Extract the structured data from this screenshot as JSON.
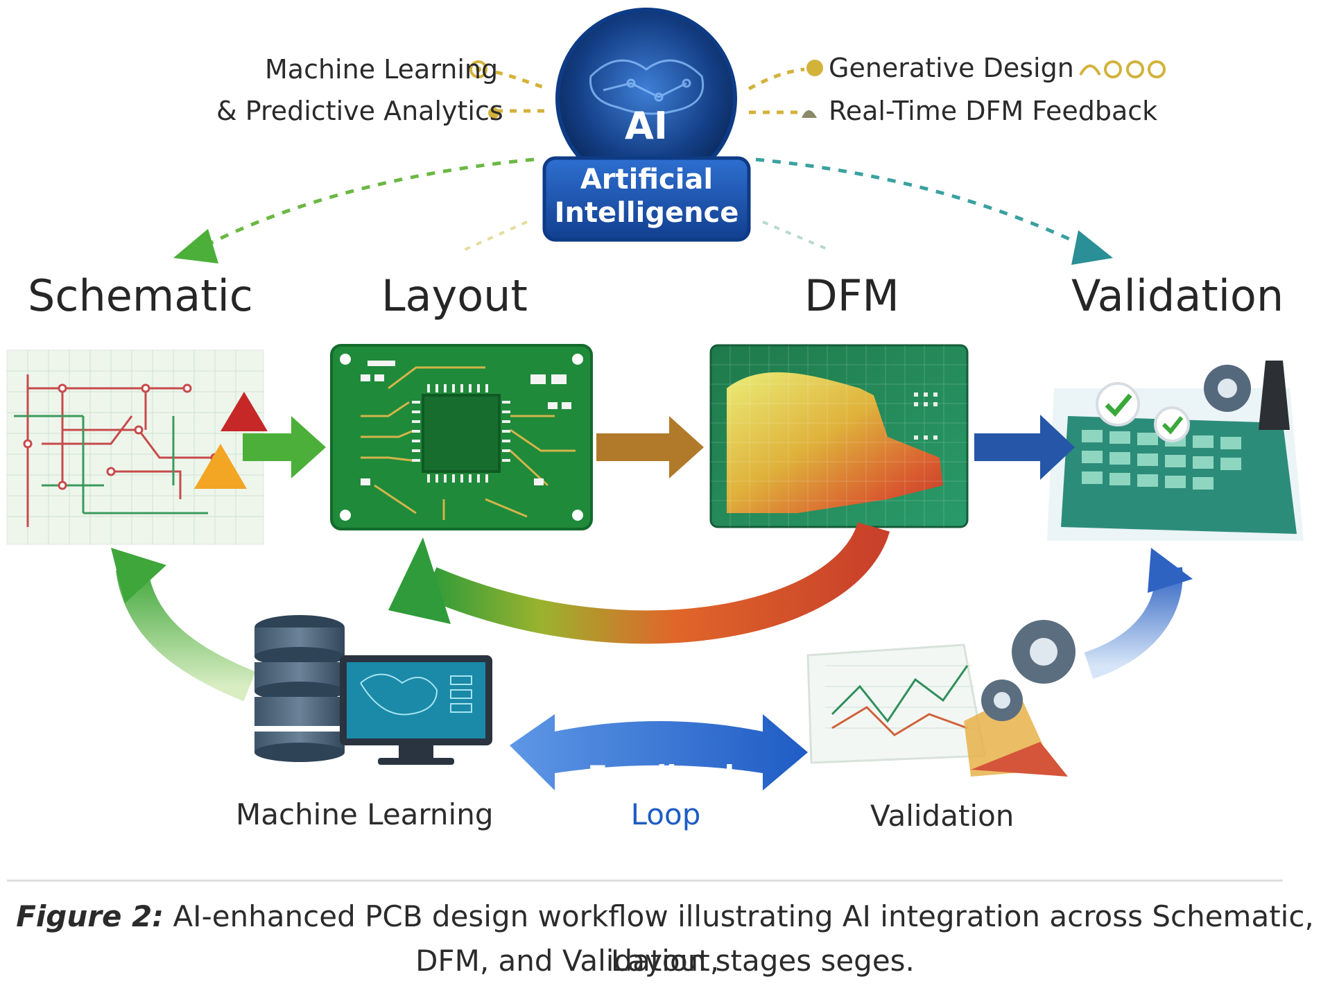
{
  "ai_badge": {
    "short": "AI",
    "title_line1": "Artificial",
    "title_line2": "Intelligence"
  },
  "capabilities": {
    "left": [
      "Machine Learning",
      "& Predictive Analytics"
    ],
    "right": [
      "Generative Design",
      "Real-Time DFM Feedback"
    ]
  },
  "stages": {
    "schematic": "Schematic",
    "layout": "Layout",
    "dfm": "DFM",
    "validation": "Validation"
  },
  "bottom": {
    "machine_learning": "Machine Learning",
    "validation": "Validation",
    "feedback_line1": "Feedback",
    "feedback_line2": "Loop"
  },
  "caption": {
    "figure_label": "Figure 2:",
    "text_line1": " AI-enhanced PCB design workflow illustrating AI integration across Schematic, Layout,",
    "text_line2": "DFM, and Validation stages seges."
  },
  "colors": {
    "ai_blue": "#1d4f9c",
    "pcb_green": "#1f8a3a",
    "accent_gold": "#d3b23a",
    "arrow_green": "#4caf3a",
    "arrow_orange": "#b07a2a",
    "arrow_blue": "#2656a8",
    "arc_red": "#d64a2a"
  }
}
